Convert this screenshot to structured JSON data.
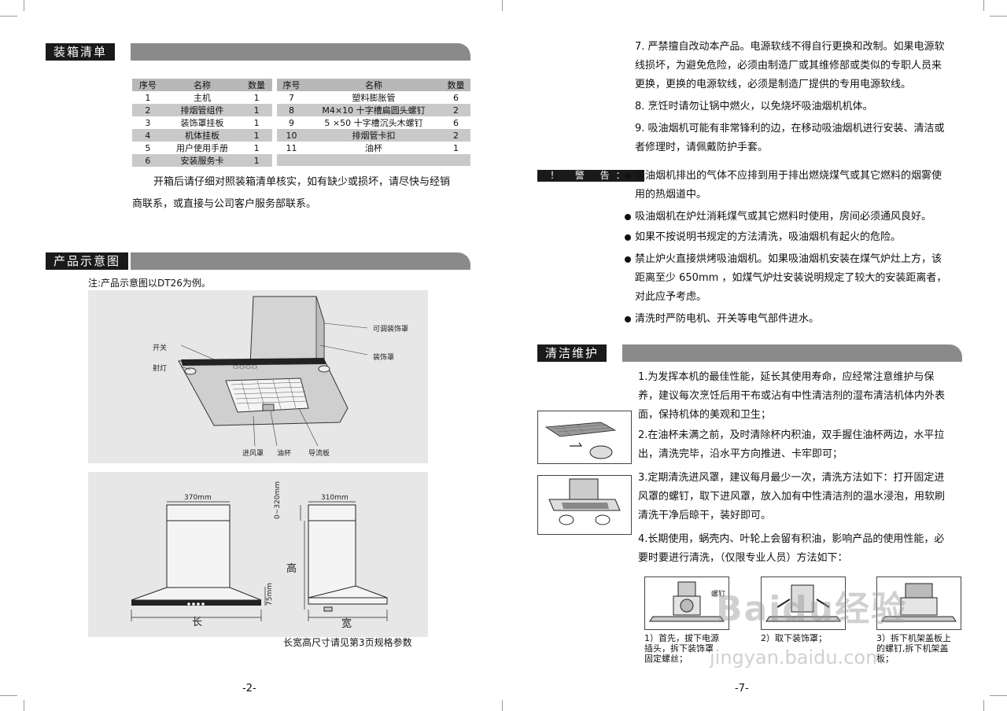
{
  "left_page": {
    "packing": {
      "title": "装箱清单",
      "headers": [
        "序号",
        "名称",
        "数量"
      ],
      "rows_left": [
        [
          "1",
          "主机",
          "1"
        ],
        [
          "2",
          "排烟管组件",
          "1"
        ],
        [
          "3",
          "装饰罩挂板",
          "1"
        ],
        [
          "4",
          "机体挂板",
          "1"
        ],
        [
          "5",
          "用户使用手册",
          "1"
        ],
        [
          "6",
          "安装服务卡",
          "1"
        ]
      ],
      "rows_right": [
        [
          "7",
          "塑料膨胀管",
          "6"
        ],
        [
          "8",
          "M4×10 十字槽扁圆头螺钉",
          "2"
        ],
        [
          "9",
          "5 ×50 十字槽沉头木螺钉",
          "6"
        ],
        [
          "10",
          "排烟管卡扣",
          "2"
        ],
        [
          "11",
          "油杯",
          "1"
        ],
        [
          "",
          "",
          ""
        ]
      ],
      "text_line1": "开箱后请仔细对照装箱清单核实，如有缺少或损坏，请尽快与经销",
      "text_line2": "商联系，或直接与公司客户服务部联系。"
    },
    "diagram": {
      "title": "产品示意图",
      "note": "注:产品示意图以DT26为例。",
      "labels": {
        "adjustable_cover": "可调装饰罩",
        "cover": "装饰罩",
        "switch": "开关",
        "lamp": "射灯",
        "intake": "进风罩",
        "oil_cup": "油杯",
        "baffle": "导流板"
      },
      "dims": {
        "w370": "370mm",
        "w310": "310mm",
        "h0_320": "0~320mm",
        "h75": "75mm",
        "height": "高",
        "length": "长",
        "width": "宽"
      },
      "size_note": "长宽高尺寸请见第3页规格参数"
    },
    "page_number": "-2-"
  },
  "right_page": {
    "items_top": [
      "7. 严禁擅自改动本产品。电源软线不得自行更换和改制。如果电源软",
      "线损坏，为避免危险，必须由制造厂或其维修部或类似的专职人员来",
      "更换，更换的电源软线，必须是制造厂提供的专用电源软线。",
      "8. 烹饪时请勿让锅中燃火，以免烧坏吸油烟机机体。",
      "9. 吸油烟机可能有非常锋利的边，在移动吸油烟机进行安装、清洁或",
      "者修理时，请佩戴防护手套。"
    ],
    "warning_label": "！ 警 告：",
    "warnings": [
      [
        "吸油烟机排出的气体不应排到用于排出燃烧煤气或其它燃料的烟雾使",
        "用的热烟道中。"
      ],
      [
        "吸油烟机在炉灶消耗煤气或其它燃料时使用，房间必须通风良好。"
      ],
      [
        "如果不按说明书规定的方法清洗，吸油烟机有起火的危险。"
      ],
      [
        "禁止炉火直接烘烤吸油烟机。如果吸油烟机安装在煤气炉灶上方，该",
        "距离至少 650mm ，如煤气炉灶安装说明规定了较大的安装距离者，",
        "对此应予考虑。"
      ],
      [
        "清洗时严防电机、开关等电气部件进水。"
      ]
    ],
    "maintenance": {
      "title": "清洁维护",
      "items": [
        [
          "1.为发挥本机的最佳性能，延长其使用寿命，应经常注意维护与保",
          "养，建议每次烹饪后用干布或沾有中性清洁剂的湿布清洁机体内外表",
          "面，保持机体的美观和卫生；"
        ],
        [
          "2.在油杯未满之前，及时清除杯内积油，双手握住油杯两边，水平拉",
          "出，清洗完毕，沿水平方向推进、卡牢即可；"
        ],
        [
          "3.定期清洗进风罩，建议每月最少一次，清洗方法如下：打开固定进",
          "风罩的螺钉，取下进风罩，放入加有中性清洁剂的温水浸泡，用软刷",
          "清洗干净后晾干，装好即可。"
        ],
        [
          "4.长期使用，蜗壳内、叶轮上会留有积油，影响产品的使用性能，必",
          "要时要进行清洗，（仅限专业人员）方法如下："
        ]
      ],
      "steps": [
        [
          "1）首先，拔下电源",
          "插头，拆下装饰罩",
          "固定螺丝；"
        ],
        [
          "2）取下装饰罩；"
        ],
        [
          "3）拆下机架盖板上",
          "的螺钉,拆下机架盖",
          "板；"
        ]
      ],
      "screw_label": "螺钉"
    },
    "watermark": "Baidu经验",
    "watermark_url": "jingyan.baidu.com",
    "page_number": "-7-"
  }
}
